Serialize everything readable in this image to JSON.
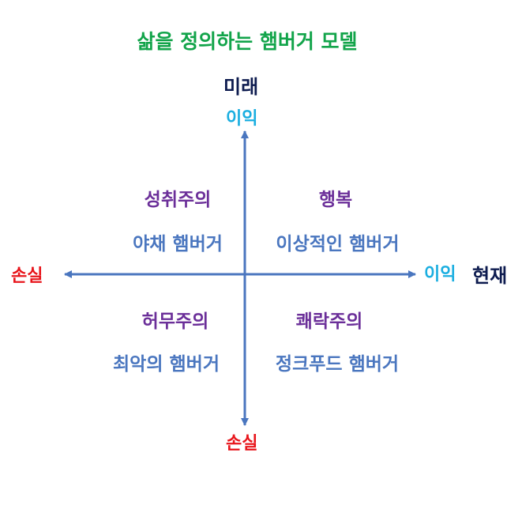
{
  "title": "삶을 정의하는 햄버거 모델",
  "axes": {
    "vertical": {
      "name": "미래",
      "top_label": "이익",
      "bottom_label": "손실"
    },
    "horizontal": {
      "name": "현재",
      "right_label": "이익",
      "left_label": "손실"
    }
  },
  "quadrants": {
    "top_left": {
      "title": "성취주의",
      "subtitle": "야채 햄버거"
    },
    "top_right": {
      "title": "행복",
      "subtitle": "이상적인 햄버거"
    },
    "bottom_left": {
      "title": "허무주의",
      "subtitle": "최악의 햄버거"
    },
    "bottom_right": {
      "title": "쾌락주의",
      "subtitle": "정크푸드 햄버거"
    }
  },
  "colors": {
    "title": "#12a44a",
    "axis_name": "#0d1b4f",
    "gain": "#1aaee0",
    "loss": "#e8151b",
    "quadrant_title": "#6b2f99",
    "quadrant_subtitle": "#4a76bf",
    "axis_line": "#4a76bf"
  }
}
